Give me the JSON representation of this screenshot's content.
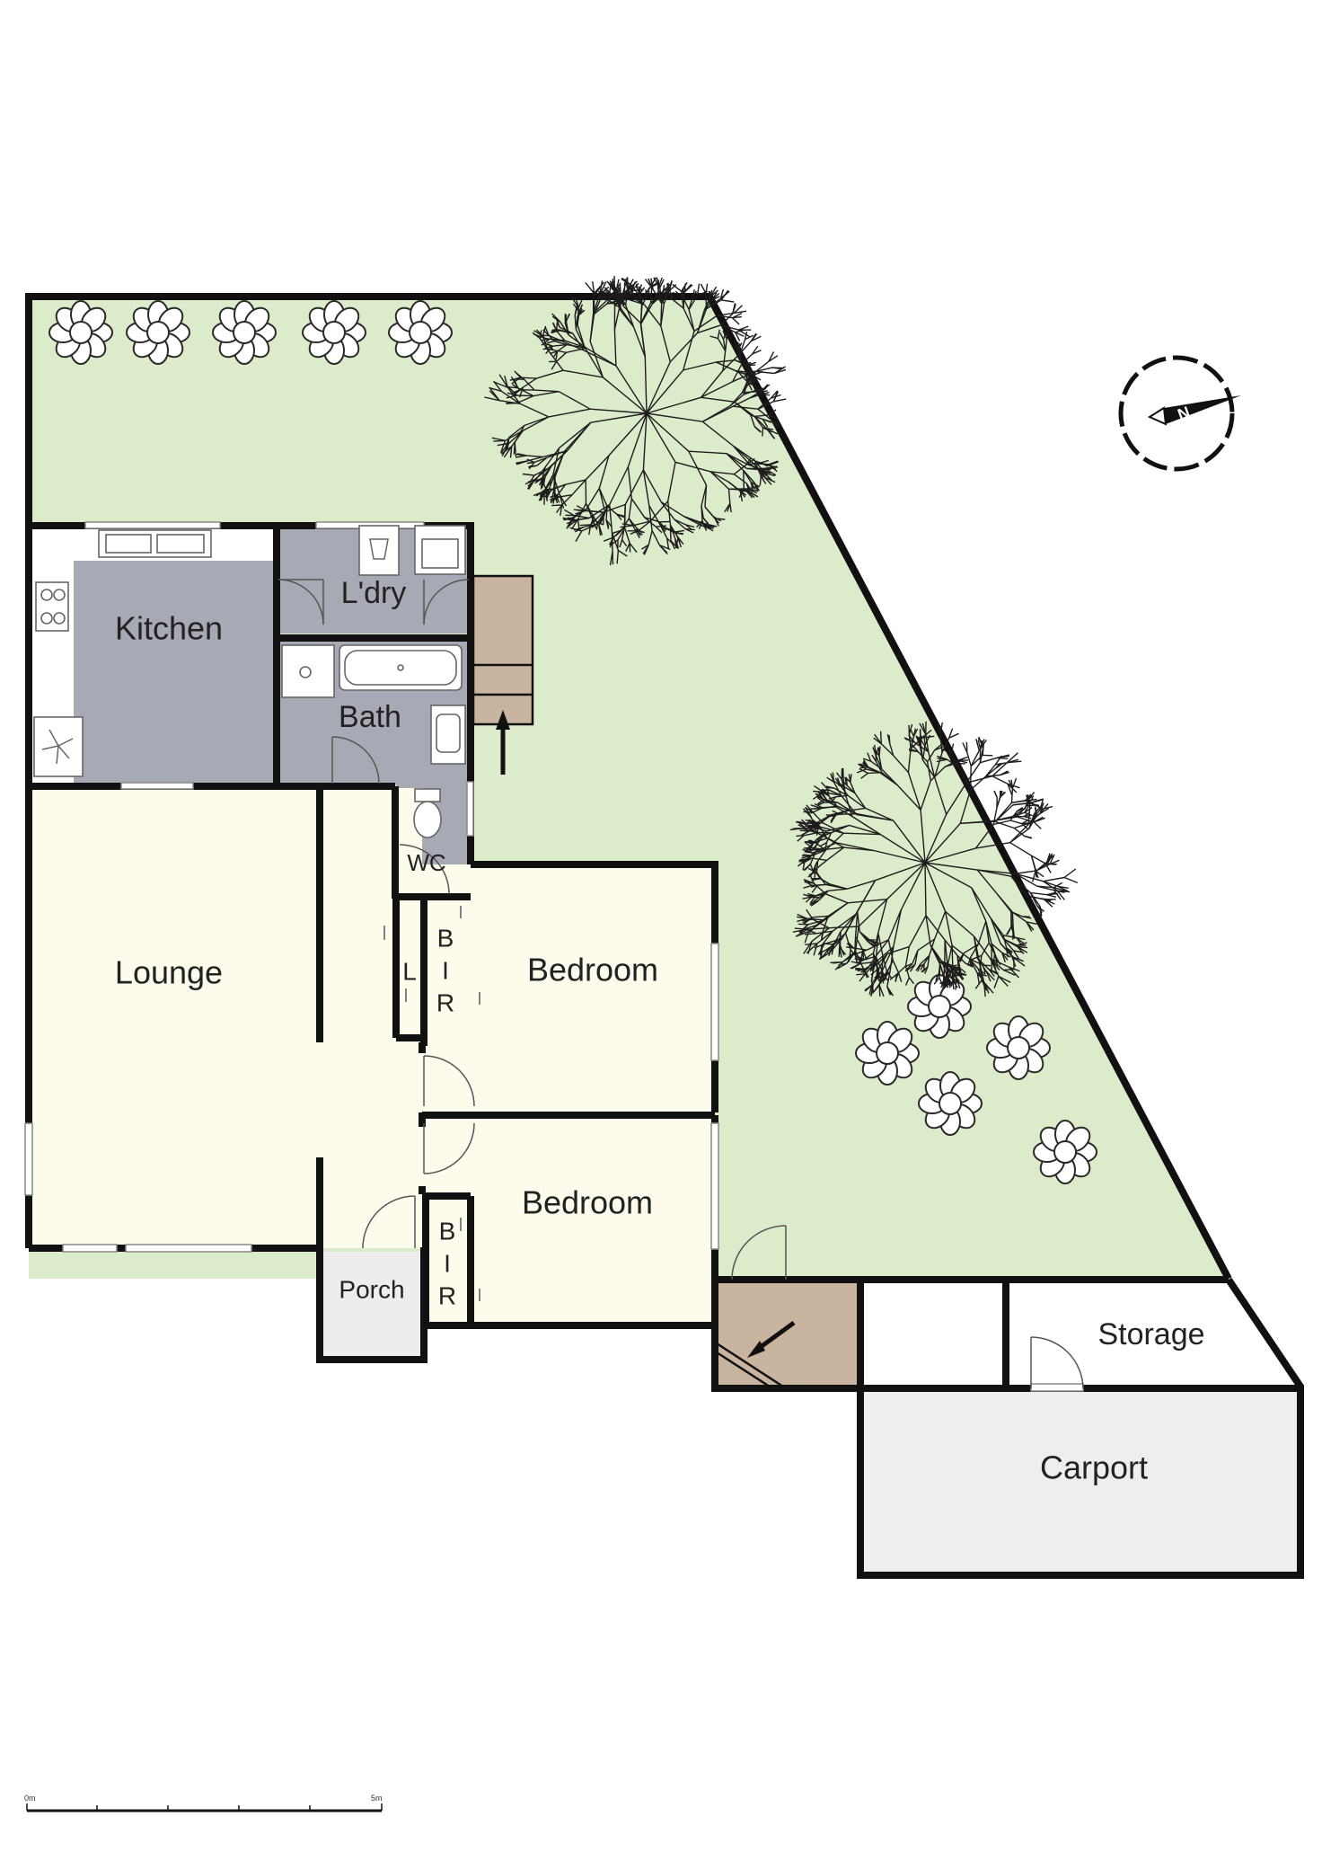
{
  "rooms": {
    "kitchen": "Kitchen",
    "laundry": "L'dry",
    "bath": "Bath",
    "wc": "WC",
    "lounge": "Lounge",
    "linen": "L",
    "bir1_b": "B",
    "bir1_i": "I",
    "bir1_r": "R",
    "bedroom1": "Bedroom",
    "bedroom2": "Bedroom",
    "bir2_b": "B",
    "bir2_i": "I",
    "bir2_r": "R",
    "porch": "Porch",
    "storage": "Storage",
    "carport": "Carport"
  },
  "compass": {
    "letter": "N"
  },
  "scale": {
    "start": "0m",
    "end": "5m"
  },
  "colors": {
    "garden": "#dceccb",
    "wet_areas": "#a7a9b5",
    "living": "#fdfbec",
    "deck": "#c9b49f",
    "porch": "#ededed",
    "carport": "#eeeeee",
    "walls": "#111111"
  }
}
